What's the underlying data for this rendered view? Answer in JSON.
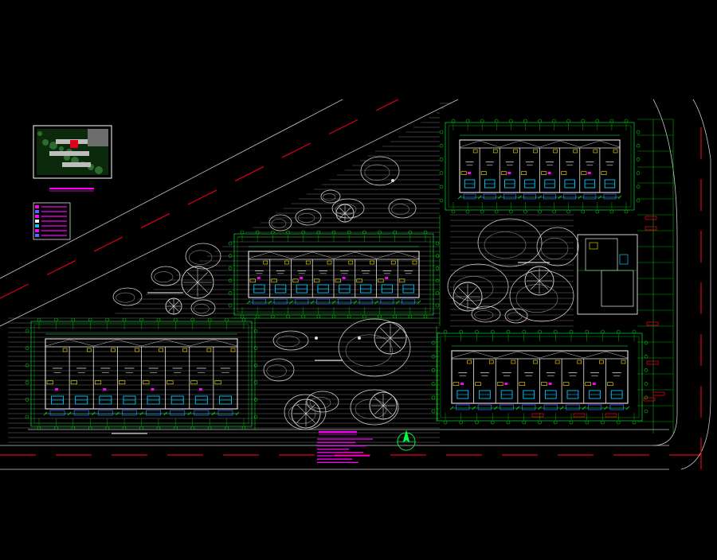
{
  "drawing": {
    "background": "#000000",
    "colors": {
      "road": "#c8c8c8",
      "centerline": "#e0001a",
      "grid": "#00d000",
      "wall": "#e8e8e8",
      "stair": "#00c8ff",
      "fixture": "#ffe600",
      "tree": "#dcdcdc",
      "annotation": "#ff00ff",
      "dimension": "#00ff40"
    },
    "icons": [
      "north-arrow-icon",
      "tree-symbol-icon",
      "stair-icon",
      "axis-bubble-icon"
    ]
  },
  "buildings": [
    {
      "id": "building-north",
      "units": 8
    },
    {
      "id": "building-middle",
      "units": 8
    },
    {
      "id": "building-west",
      "units": 8
    },
    {
      "id": "building-south",
      "units": 8
    }
  ],
  "notes_lines": 8,
  "legend_rows": 7
}
